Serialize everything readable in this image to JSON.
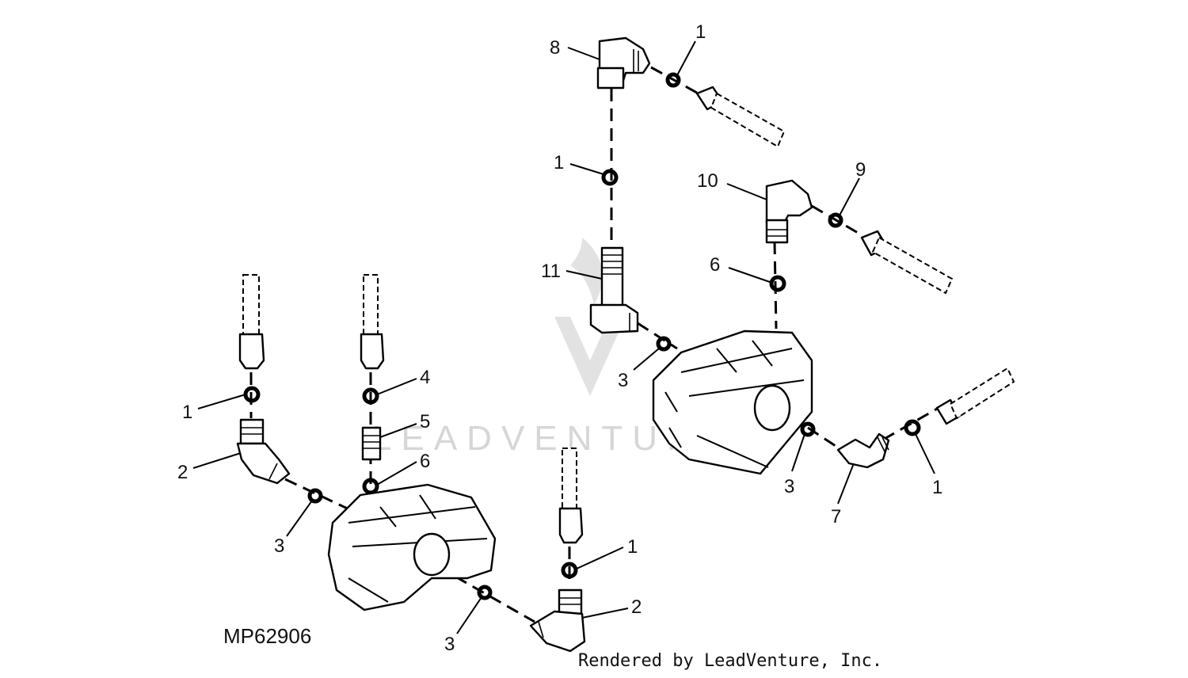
{
  "diagram": {
    "id": "MP62906",
    "credit": "Rendered by LeadVenture, Inc.",
    "watermark": "LEADVENTURE"
  },
  "callouts": [
    {
      "key": "c8",
      "text": "8"
    },
    {
      "key": "c1a",
      "text": "1"
    },
    {
      "key": "c1b",
      "text": "1"
    },
    {
      "key": "c10",
      "text": "10"
    },
    {
      "key": "c9",
      "text": "9"
    },
    {
      "key": "c11",
      "text": "11"
    },
    {
      "key": "c6a",
      "text": "6"
    },
    {
      "key": "c3a",
      "text": "3"
    },
    {
      "key": "c1c",
      "text": "1"
    },
    {
      "key": "c3b",
      "text": "3"
    },
    {
      "key": "c7",
      "text": "7"
    },
    {
      "key": "c4",
      "text": "4"
    },
    {
      "key": "c1d",
      "text": "1"
    },
    {
      "key": "c5",
      "text": "5"
    },
    {
      "key": "c2a",
      "text": "2"
    },
    {
      "key": "c6b",
      "text": "6"
    },
    {
      "key": "c3c",
      "text": "3"
    },
    {
      "key": "c1e",
      "text": "1"
    },
    {
      "key": "c2b",
      "text": "2"
    },
    {
      "key": "c3d",
      "text": "3"
    }
  ],
  "colors": {
    "ink": "#000000",
    "watermark": "#d6d6d6",
    "background": "#ffffff"
  }
}
